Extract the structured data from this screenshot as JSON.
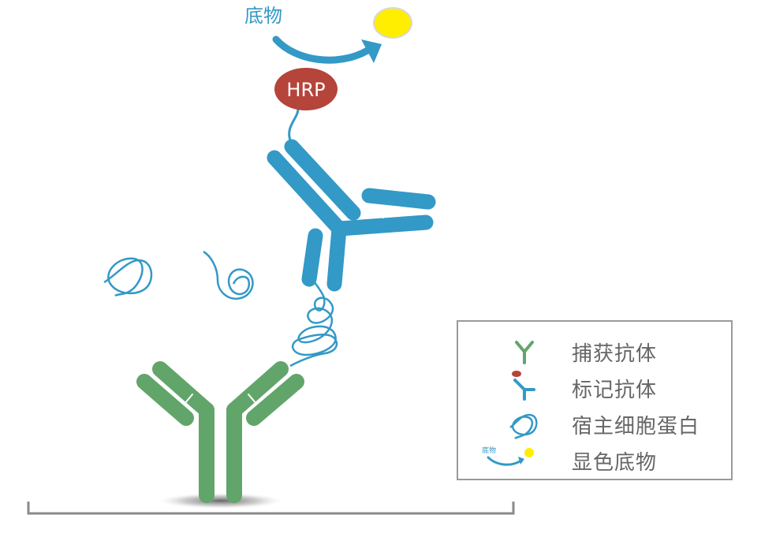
{
  "diagram": {
    "substrate_label": "底物",
    "enzyme_label": "HRP"
  },
  "legend": {
    "items": [
      {
        "label": "捕获抗体",
        "icon": "capture-antibody-icon"
      },
      {
        "label": "标记抗体",
        "icon": "labeled-antibody-icon"
      },
      {
        "label": "宿主细胞蛋白",
        "icon": "host-cell-protein-icon"
      },
      {
        "label": "显色底物",
        "icon": "chromogenic-substrate-icon"
      }
    ],
    "mini_substrate_label": "底物"
  },
  "colors": {
    "capture_antibody": "#62a56b",
    "labeled_antibody": "#3399c6",
    "hrp": "#b5443a",
    "substrate": "#ffee00",
    "border": "#9a9a9a",
    "text": "#666666"
  }
}
